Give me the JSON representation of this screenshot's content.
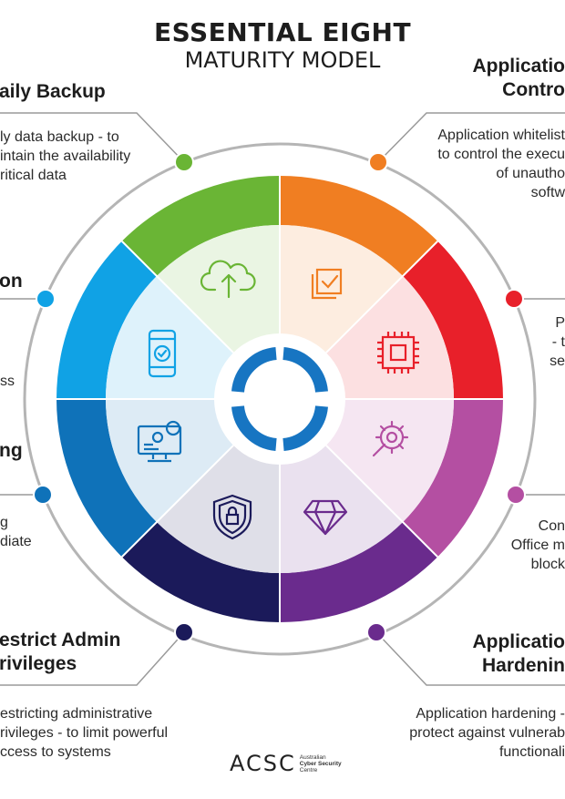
{
  "title": {
    "line1": "ESSENTIAL EIGHT",
    "line2": "MATURITY MODEL"
  },
  "strategies": [
    {
      "id": "daily-backup",
      "label_lines": [
        "aily Backup"
      ],
      "desc_lines": [
        "ly data backup - to",
        "intain the availability",
        "ritical data"
      ],
      "color": "#6ab535",
      "icon": "cloud-upload-icon"
    },
    {
      "id": "application-control",
      "label_lines": [
        "Applicatio",
        "Contro"
      ],
      "desc_lines": [
        "Application whitelist",
        "to control the execu",
        "of unautho",
        "softw"
      ],
      "color": "#f07e22",
      "icon": "checklist-icon"
    },
    {
      "id": "patch-operating-systems",
      "label_lines": [
        "on"
      ],
      "desc_lines": [
        "ss"
      ],
      "color": "#10a2e5",
      "icon": "mobile-check-icon"
    },
    {
      "id": "patch-applications",
      "label_lines": [],
      "desc_lines": [
        "P",
        "- t",
        "se"
      ],
      "color": "#e8202a",
      "icon": "chip-icon"
    },
    {
      "id": "multi-factor-authentication",
      "label_lines": [
        "ng"
      ],
      "desc_lines": [
        "g",
        "diate"
      ],
      "color": "#0f72b9",
      "icon": "monitor-gear-icon"
    },
    {
      "id": "configure-office-macros",
      "label_lines": [],
      "desc_lines": [
        "Con",
        "Office m",
        "block"
      ],
      "color": "#b44fa2",
      "icon": "wrench-gear-icon"
    },
    {
      "id": "restrict-admin-privileges",
      "label_lines": [
        "estrict Admin",
        "rivileges"
      ],
      "desc_lines": [
        "estricting administrative",
        "rivileges - to limit powerful",
        "ccess to systems"
      ],
      "color": "#1b1a5a",
      "icon": "shield-lock-icon"
    },
    {
      "id": "application-hardening",
      "label_lines": [
        "Applicatio",
        "Hardenin"
      ],
      "desc_lines": [
        "Application hardening -",
        "protect against vulnerab",
        "functionali"
      ],
      "color": "#6a2b8d",
      "icon": "diamond-icon"
    }
  ],
  "footer": {
    "logo_text": "ACSC",
    "org_lines": [
      "Australian",
      "Cyber Security",
      "Centre"
    ]
  }
}
